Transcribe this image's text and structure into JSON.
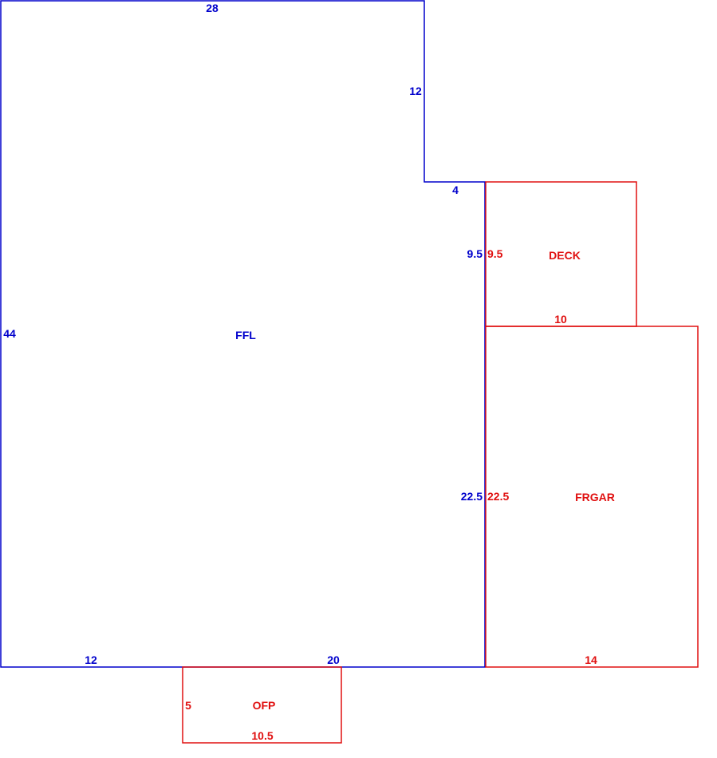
{
  "colors": {
    "main": "#0000cc",
    "addition": "#e01010"
  },
  "areas": {
    "ffl": {
      "label": "FFL"
    },
    "deck": {
      "label": "DECK"
    },
    "frgar": {
      "label": "FRGAR"
    },
    "ofp": {
      "label": "OFP"
    }
  },
  "dimensions": {
    "ffl_top": "28",
    "ffl_step_height": "12",
    "ffl_step_width": "4",
    "ffl_left": "44",
    "ffl_right_upper": "9.5",
    "ffl_right_lower": "22.5",
    "ffl_bottom_left": "12",
    "ffl_bottom_right": "20",
    "deck_left": "9.5",
    "deck_bottom": "10",
    "frgar_left": "22.5",
    "frgar_bottom": "14",
    "ofp_left": "5",
    "ofp_bottom": "10.5"
  }
}
